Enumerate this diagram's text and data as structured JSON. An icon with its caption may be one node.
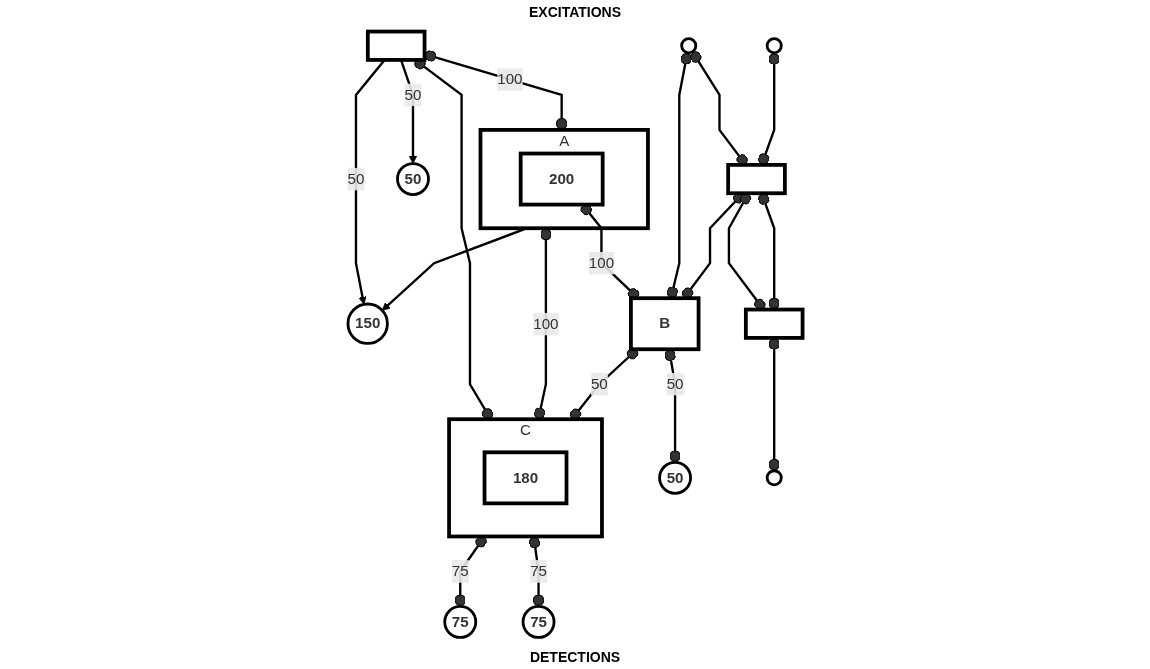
{
  "diagram": {
    "nodes": [
      {
        "text": [
          "50"
        ]
      },
      {
        "text": [
          "150"
        ]
      },
      {
        "text": [],
        "shape": "circle"
      },
      {
        "text": [],
        "shape": "circle"
      },
      {
        "text": [],
        "shape": "box"
      },
      {
        "text": [
          "A"
        ]
      },
      {
        "text": [
          "200"
        ],
        "in": 5
      },
      {
        "text": [],
        "shape": "box"
      },
      {
        "text": [
          "B"
        ]
      },
      {
        "text": [],
        "shape": "box"
      },
      {
        "text": [
          "C"
        ]
      },
      {
        "text": [
          "180"
        ],
        "in": 10
      },
      {
        "text": [
          "75"
        ]
      },
      {
        "text": [
          "75"
        ]
      },
      {
        "text": [
          "50"
        ]
      },
      {
        "text": [],
        "shape": "circle"
      }
    ],
    "edges": [
      {
        "from": 4,
        "to": 0,
        "arrow": "to",
        "label": "50"
      },
      {
        "from": 4,
        "to": 1,
        "arrow": "to",
        "label": "50"
      },
      {
        "from": 4,
        "to": 5,
        "arrow": "other",
        "label": "100"
      },
      {
        "from": 5,
        "to": 1,
        "arrow": "to"
      },
      {
        "from": 4,
        "to": 10,
        "arrow": "other"
      },
      {
        "from": 5,
        "to": 10,
        "arrow": "other",
        "label": "100"
      },
      {
        "from": 6,
        "to": 8,
        "arrow": "other",
        "label": "100"
      },
      {
        "from": 2,
        "to": 8,
        "arrow": "other"
      },
      {
        "from": 2,
        "to": 7,
        "arrow": "other"
      },
      {
        "from": 3,
        "to": 7,
        "arrow": "other"
      },
      {
        "from": 7,
        "to": 8,
        "arrow": "other"
      },
      {
        "from": 7,
        "to": 9,
        "arrow": "other"
      },
      {
        "from": 7,
        "to": 9,
        "arrow": "other"
      },
      {
        "from": 8,
        "to": 10,
        "arrow": "other",
        "label": "50"
      },
      {
        "from": 8,
        "to": 14,
        "arrow": "other",
        "label": "50"
      },
      {
        "from": 10,
        "to": 12,
        "arrow": "other",
        "label": "75"
      },
      {
        "from": 10,
        "to": 13,
        "arrow": "other",
        "label": "75"
      },
      {
        "from": 9,
        "to": 15,
        "arrow": "other"
      }
    ],
    "labels": [
      "EXCITATIONS",
      "DETECTIONS"
    ]
  }
}
